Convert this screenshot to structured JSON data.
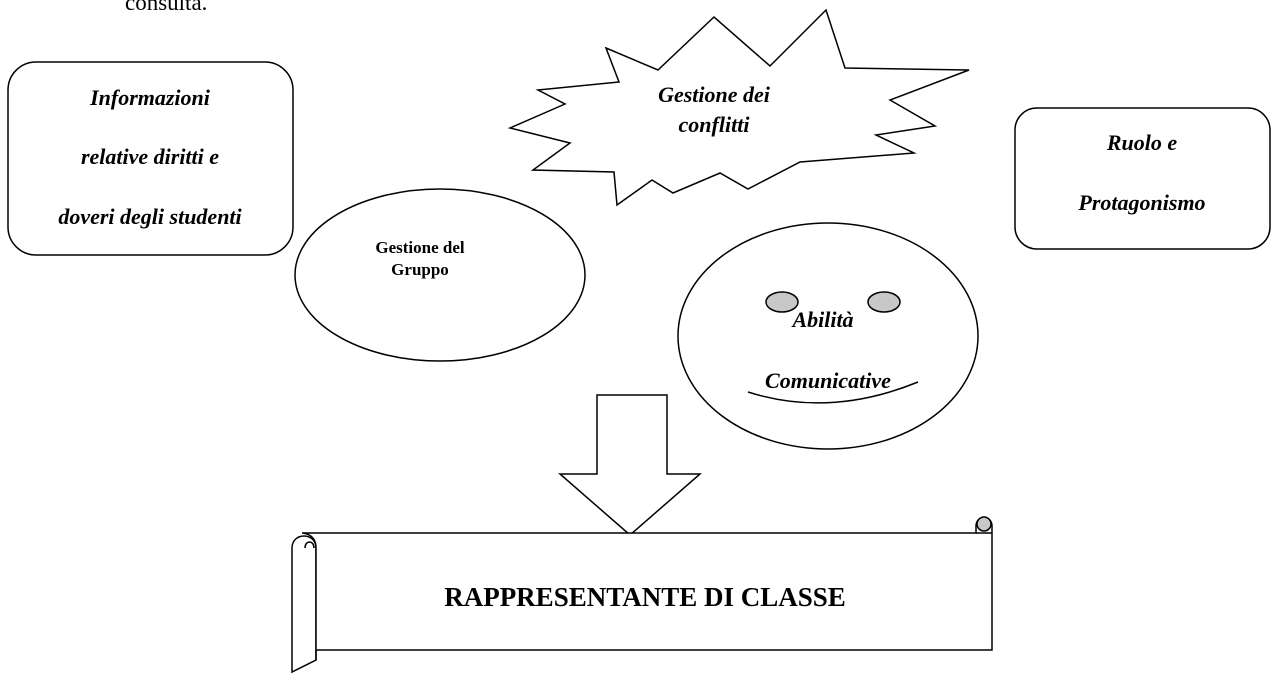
{
  "top_text": "consulta.",
  "boxes": {
    "info": [
      "Informazioni",
      "relative diritti e",
      "doveri degli studenti"
    ],
    "ruolo": [
      "Ruolo e",
      "Protagonismo"
    ]
  },
  "conflitti": [
    "Gestione dei",
    "conflitti"
  ],
  "gruppo": [
    "Gestione del",
    "Gruppo"
  ],
  "abilita": [
    "Abilità",
    "Comunicative"
  ],
  "banner_title": "RAPPRESENTANTE DI CLASSE"
}
